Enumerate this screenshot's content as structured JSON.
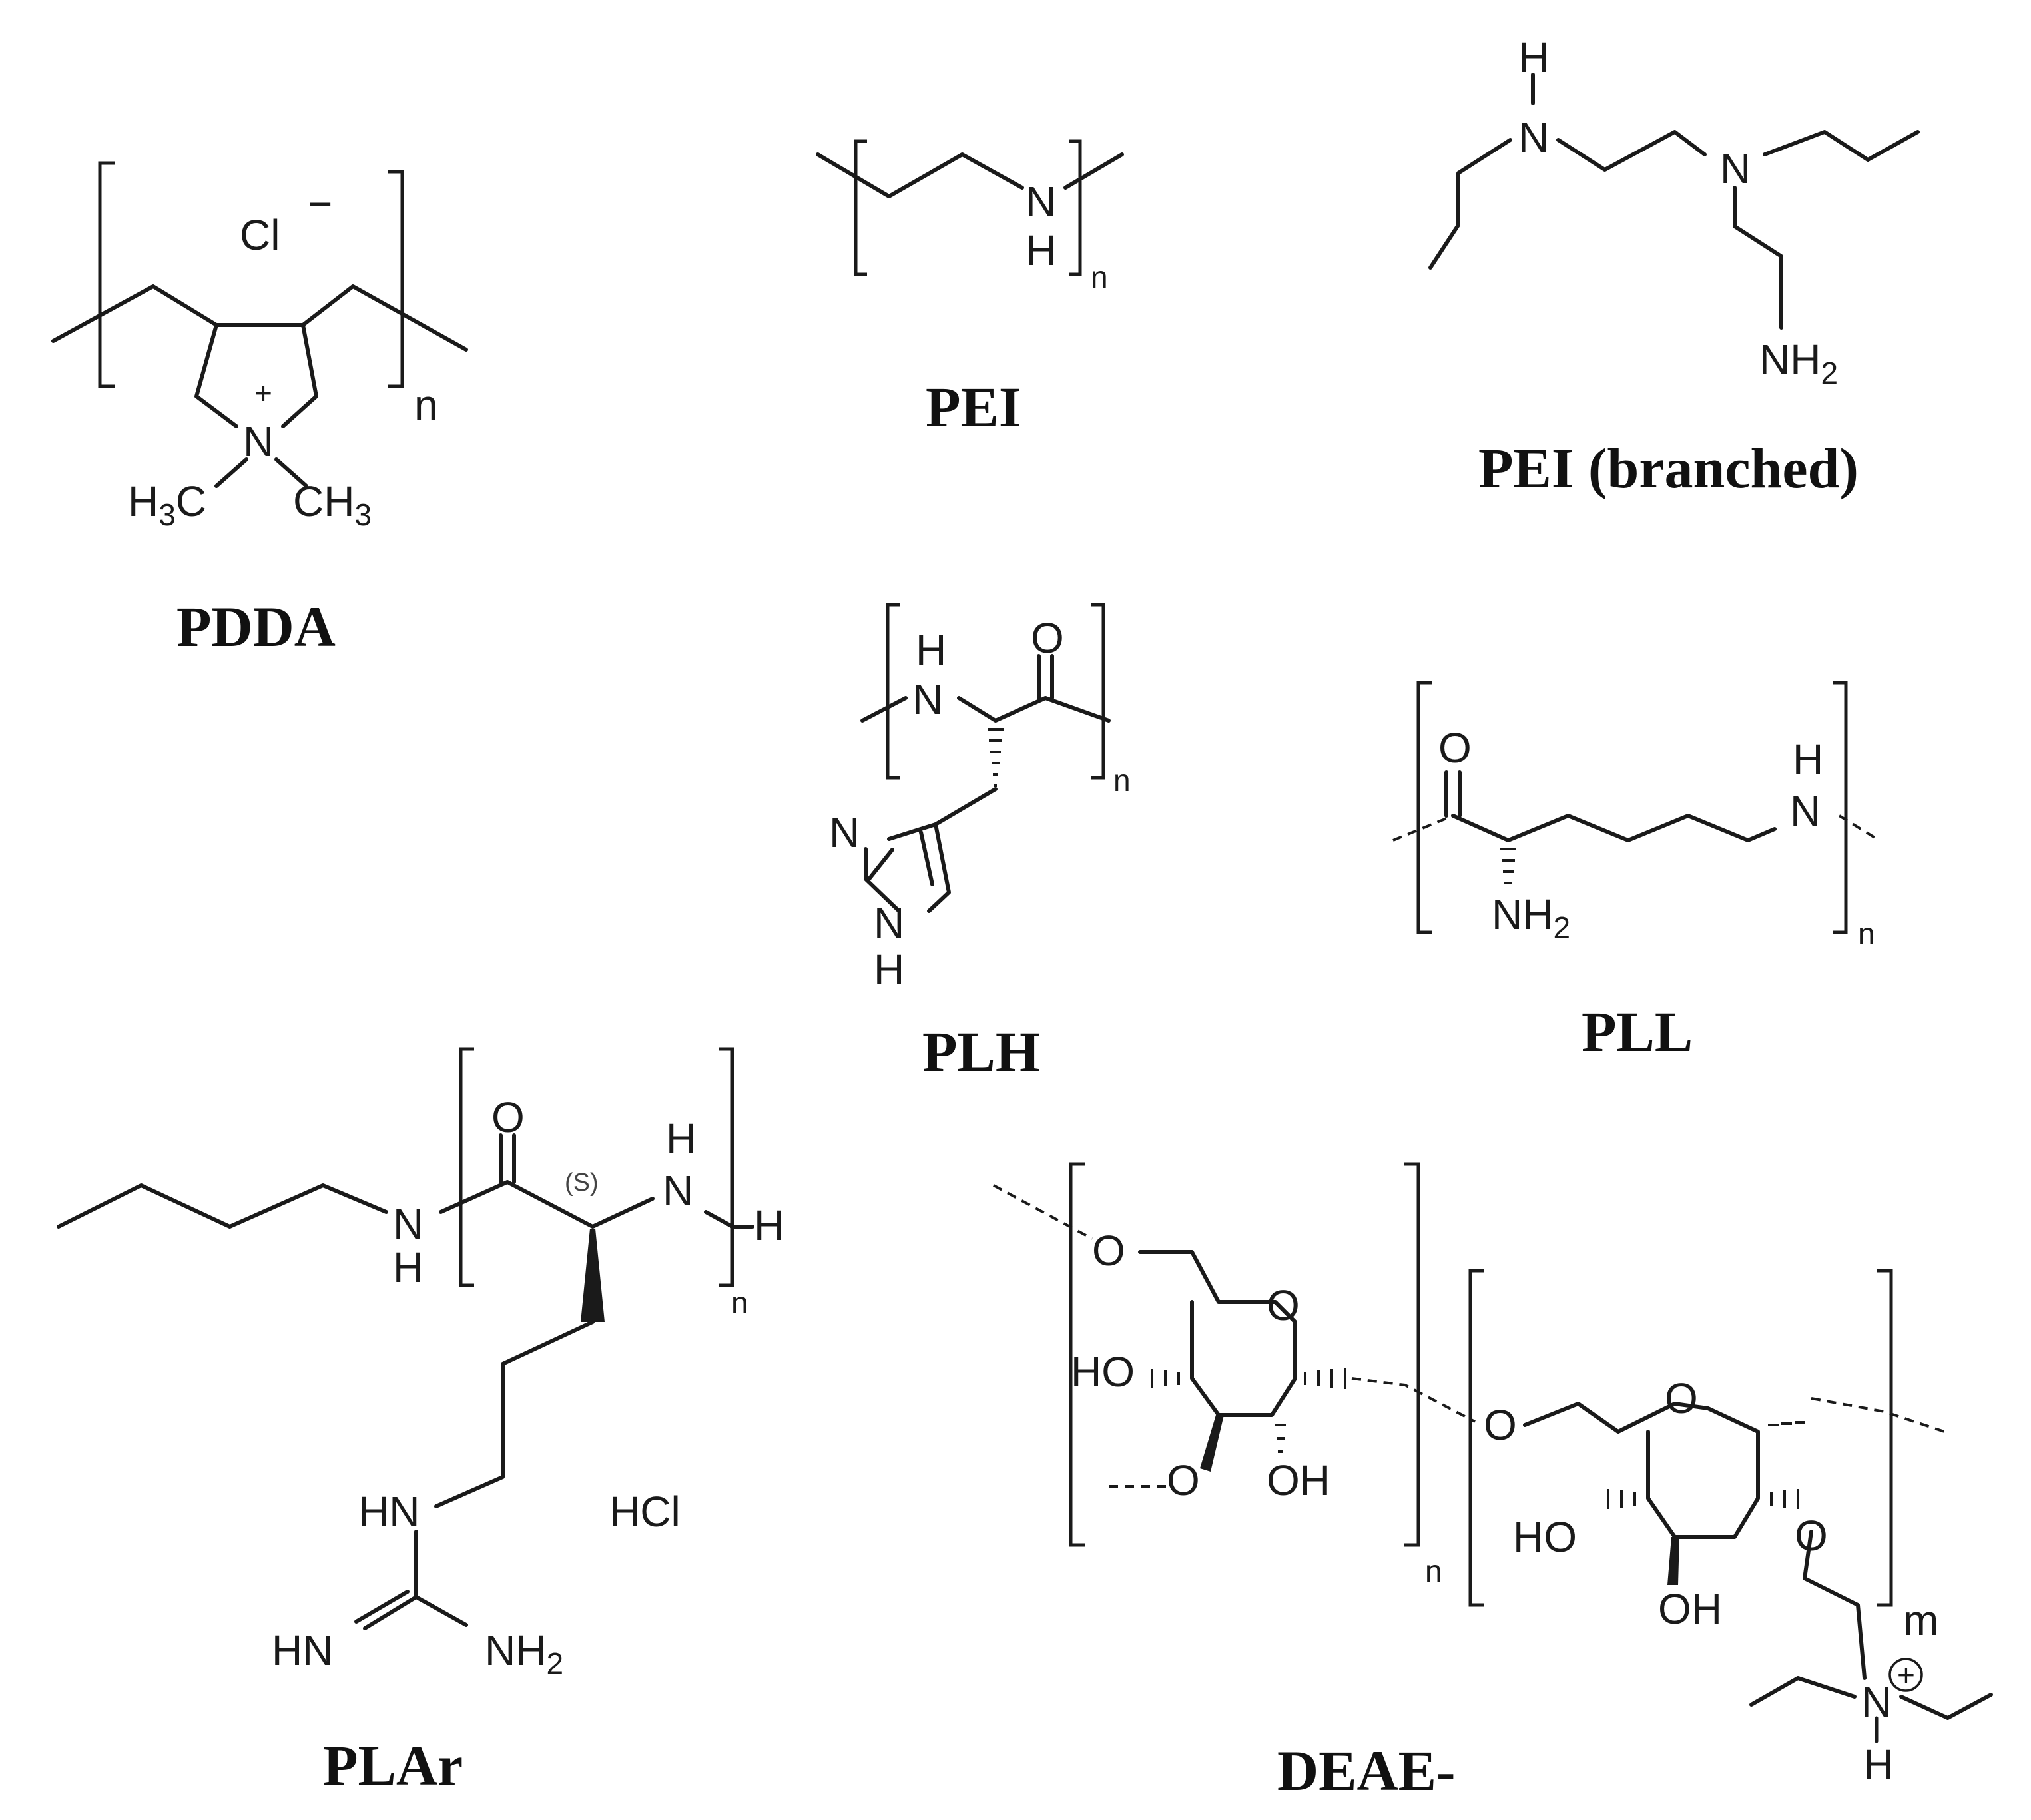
{
  "compounds": {
    "pdda": {
      "name": "PDDA",
      "counterion": "Cl",
      "charge_minus": "−",
      "charge_plus": "+",
      "nitrogen": "N",
      "methyl_left": "H",
      "methyl_left_sub": "3",
      "methyl_left_c": "C",
      "methyl_right": "CH",
      "methyl_right_sub": "3",
      "repeat": "n"
    },
    "pei": {
      "name": "PEI",
      "nitrogen": "N",
      "hydrogen": "H",
      "repeat": "n"
    },
    "pei_branched": {
      "name": "PEI (branched)",
      "top_h": "H",
      "n1": "N",
      "n2": "N",
      "amine": "NH",
      "amine_sub": "2"
    },
    "plh": {
      "name": "PLH",
      "nh_h": "H",
      "nh_n": "N",
      "oxygen": "O",
      "ring_n1": "N",
      "ring_nh_n": "N",
      "ring_nh_h": "H",
      "repeat": "n"
    },
    "pll": {
      "name": "PLL",
      "oxygen": "O",
      "amine": "NH",
      "amine_sub": "2",
      "nh_h": "H",
      "nh_n": "N",
      "repeat": "n"
    },
    "plar": {
      "name": "PLAr",
      "oxygen": "O",
      "stereo": "(S)",
      "amide_n": "N",
      "amide_h": "H",
      "nh_h": "H",
      "nh_n": "N",
      "end_h": "H",
      "repeat": "n",
      "hn": "HN",
      "hcl": "HCl",
      "imine": "HN",
      "amine": "NH",
      "amine_sub": "2"
    },
    "deae": {
      "name": "DEAE-",
      "o_link1": "O",
      "ring_o1": "O",
      "ho1": "HO",
      "o_link2": "O",
      "oh1": "OH",
      "repeat_n": "n",
      "o_link3": "O",
      "ring_o2": "O",
      "ho2": "HO",
      "oh2": "OH",
      "o_ether": "O",
      "repeat_m": "m",
      "ammonium_n": "N",
      "ammonium_h": "H",
      "charge_plus": "+"
    }
  }
}
